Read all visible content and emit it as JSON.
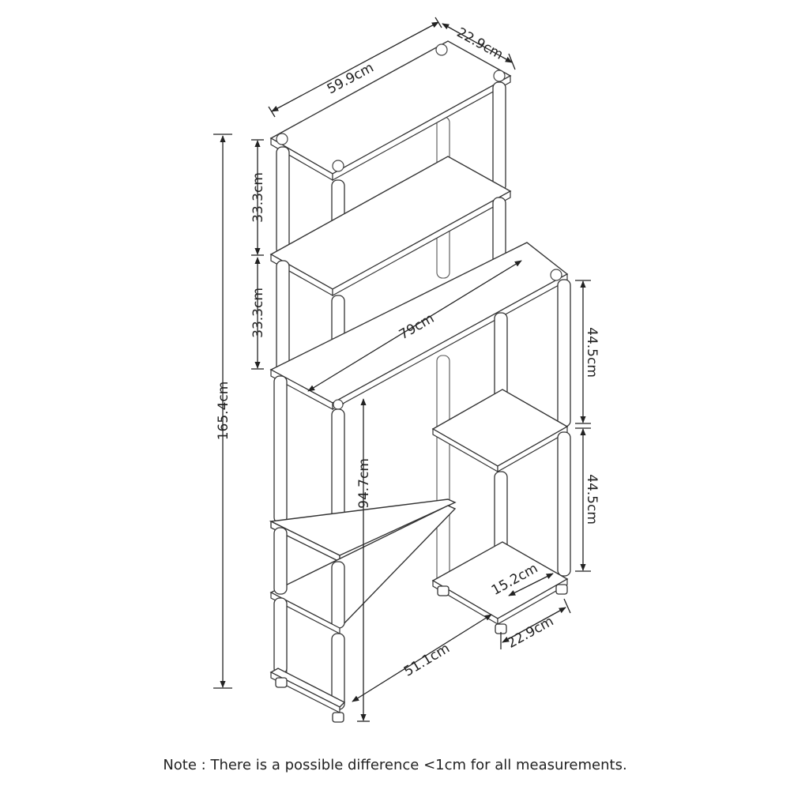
{
  "dimensions": {
    "top_width": "59.9cm",
    "top_depth": "22.9cm",
    "upper_shelf_gap_1": "33.3cm",
    "upper_shelf_gap_2": "33.3cm",
    "overall_height": "165.4cm",
    "desk_width": "79cm",
    "right_gap_1": "44.5cm",
    "right_gap_2": "44.5cm",
    "desk_height": "94.7cm",
    "bottom_right_inner": "15.2cm",
    "bottom_right_depth": "22.9cm",
    "base_width": "51.1cm"
  },
  "note": "Note : There is a possible difference <1cm for all measurements."
}
